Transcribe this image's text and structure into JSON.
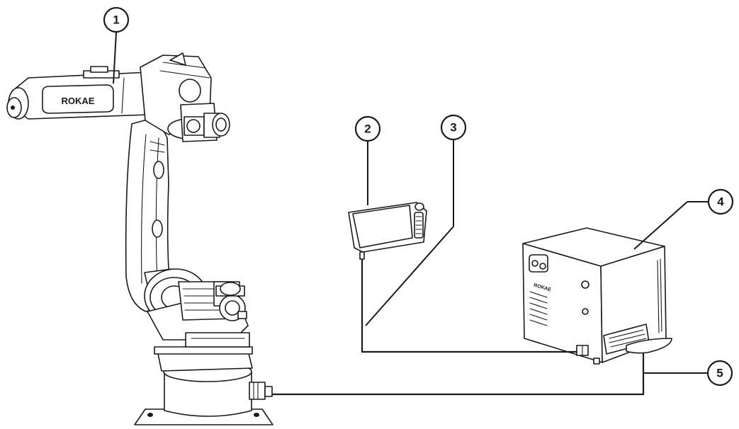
{
  "callouts": [
    {
      "id": "1",
      "label": "1"
    },
    {
      "id": "2",
      "label": "2"
    },
    {
      "id": "3",
      "label": "3"
    },
    {
      "id": "4",
      "label": "4"
    },
    {
      "id": "5",
      "label": "5"
    }
  ],
  "robot": {
    "arm_logo": "ROKAE"
  },
  "controller": {
    "side_logo": "ROKAE"
  }
}
